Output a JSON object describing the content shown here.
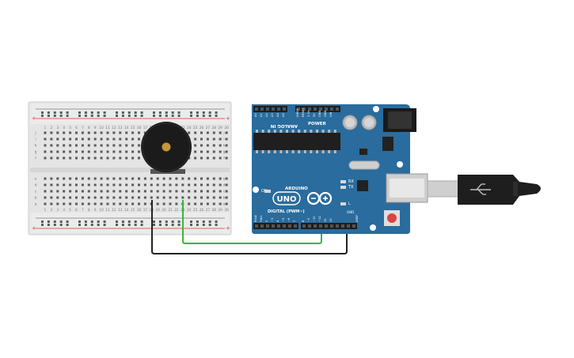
{
  "breadboard": {
    "columns": [
      "1",
      "2",
      "3",
      "4",
      "5",
      "6",
      "7",
      "8",
      "9",
      "10",
      "11",
      "12",
      "13",
      "14",
      "15",
      "16",
      "17",
      "18",
      "19",
      "20",
      "21",
      "22",
      "23",
      "24",
      "25",
      "26",
      "27",
      "28",
      "29",
      "30"
    ],
    "rows_top": [
      "j",
      "i",
      "h",
      "g",
      "f"
    ],
    "rows_bottom": [
      "e",
      "d",
      "c",
      "b",
      "a"
    ],
    "rail_plus": "+",
    "rail_minus": "-"
  },
  "arduino": {
    "brand": "ARDUINO",
    "model": "UNO",
    "digital_label": "DIGITAL (PWM~)",
    "analog_label": "ANALOG IN",
    "power_label": "POWER",
    "on_label": "ON",
    "tx_label": "TX",
    "rx_label": "RX",
    "l_label": "L",
    "aref_label": "AREF",
    "gnd_label": "GND",
    "analog_pins": [
      "A5",
      "A4",
      "A3",
      "A2",
      "A1",
      "A0"
    ],
    "power_pins": [
      "VIN",
      "GND",
      "GND",
      "5V",
      "3.3V",
      "RESET",
      "IOREF"
    ],
    "digital_pins": [
      "0",
      "1",
      "2",
      "~3",
      "4",
      "~5",
      "~6",
      "7",
      "8",
      "~9",
      "~10",
      "~11",
      "12",
      "13"
    ],
    "tx_pin": "TX▸1",
    "rx_pin": "RX◂0"
  },
  "colors": {
    "board_blue": "#2a6c9d",
    "board_dark": "#1f5a86",
    "breadboard": "#e6e6e6",
    "rail_red": "#d93a2b",
    "wire_green": "#3ab53a",
    "wire_black": "#222222",
    "buzzer": "#1a1a1a",
    "buzzer_center": "#c9953a"
  }
}
